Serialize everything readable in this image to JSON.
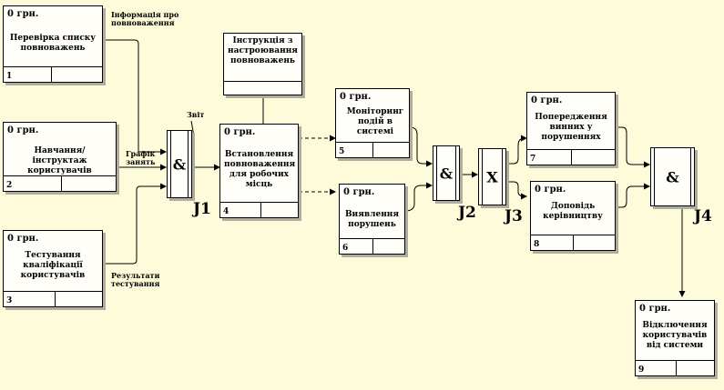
{
  "activities": [
    {
      "id": "a1",
      "cost": "0 грн.",
      "label": "Перевірка списку повноважень",
      "number": "1"
    },
    {
      "id": "a2",
      "cost": "0 грн.",
      "label": "Навчання/інструктаж користувачів",
      "number": "2"
    },
    {
      "id": "a3",
      "cost": "0 грн.",
      "label": "Тестування кваліфікації користувачів",
      "number": "3"
    },
    {
      "id": "a4",
      "cost": "0 грн.",
      "label": "Встановлення повноваження для робочих місць",
      "number": "4"
    },
    {
      "id": "a5",
      "cost": "0 грн.",
      "label": "Моніторинг подій в системі",
      "number": "5"
    },
    {
      "id": "a6",
      "cost": "0 грн.",
      "label": "Виявлення порушень",
      "number": "6"
    },
    {
      "id": "a7",
      "cost": "0 грн.",
      "label": "Попередження винних у порушеннях",
      "number": "7"
    },
    {
      "id": "a8",
      "cost": "0 грн.",
      "label": "Доповідь керівництву",
      "number": "8"
    },
    {
      "id": "a9",
      "cost": "0 грн.",
      "label": "Відключення користувачів від системи",
      "number": "9"
    }
  ],
  "referent": {
    "label": "Інструкція з настроювання повноважень"
  },
  "junctions": [
    {
      "id": "j1",
      "symbol": "&",
      "label": "J1"
    },
    {
      "id": "j2",
      "symbol": "&",
      "label": "J2"
    },
    {
      "id": "j3",
      "symbol": "X",
      "label": "J3"
    },
    {
      "id": "j4",
      "symbol": "&",
      "label": "J4"
    }
  ],
  "links": {
    "info": "Інформація про повноваження",
    "schedule": "Графік занять",
    "results": "Результати тестування",
    "report": "Звіт"
  }
}
